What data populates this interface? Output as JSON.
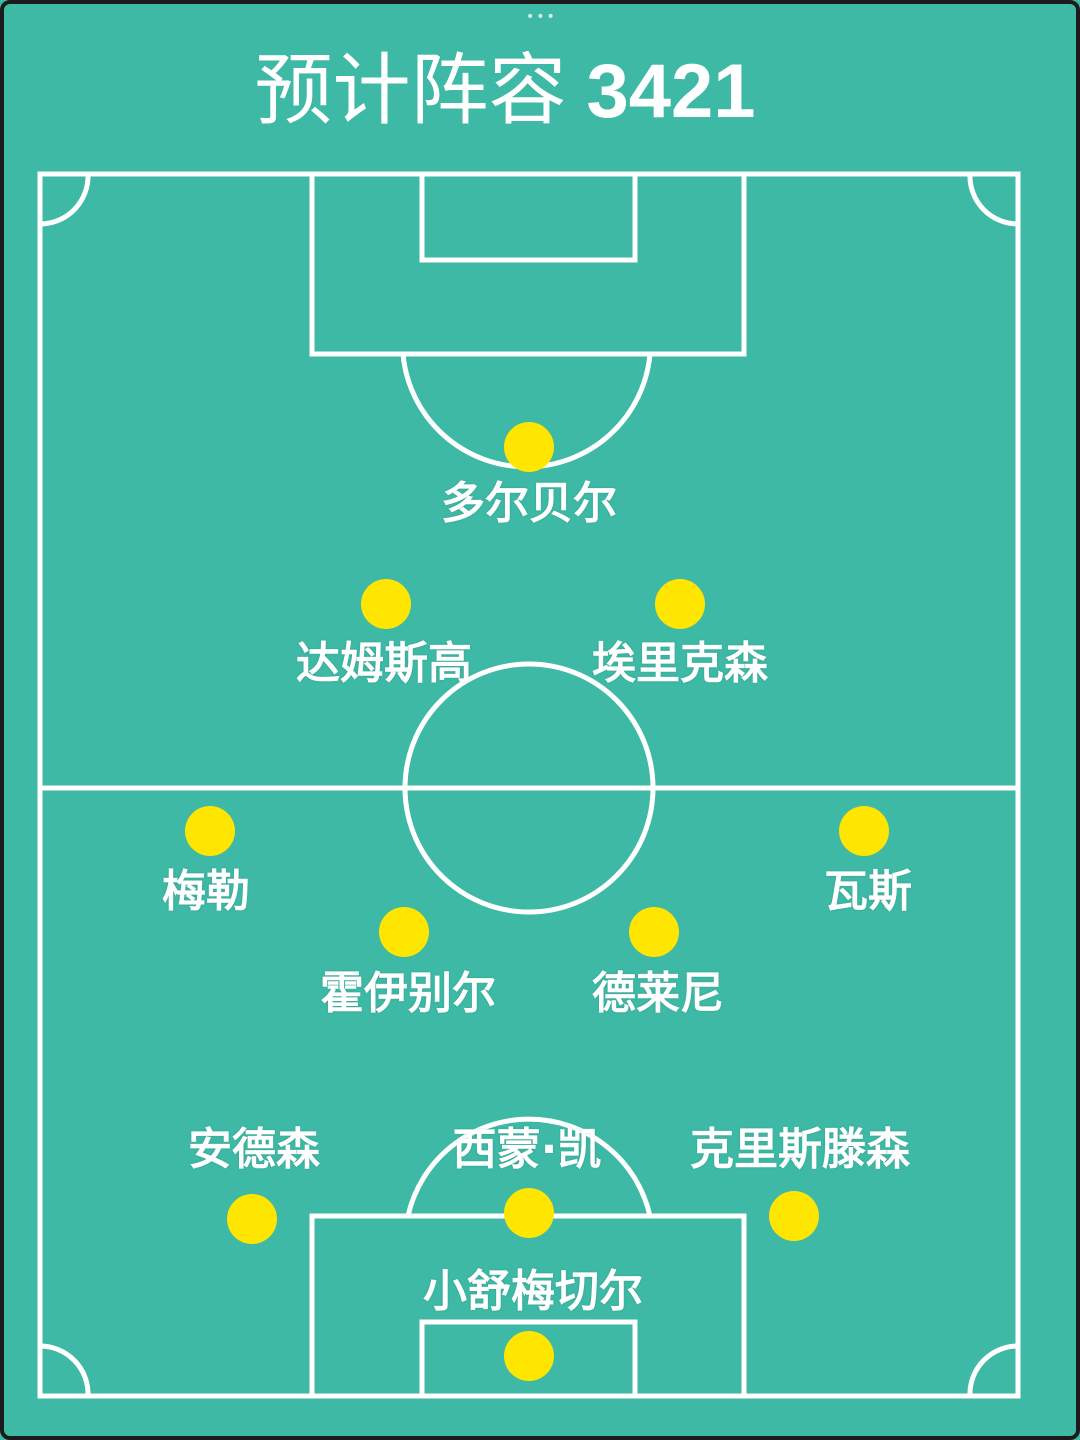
{
  "title": {
    "text": "预计阵容",
    "formation": "3421"
  },
  "colors": {
    "pitch": "#3db9a5",
    "lines": "#ffffff",
    "player_dot": "#ffe600"
  },
  "players": [
    {
      "id": "dolberg",
      "name": "多尔贝尔"
    },
    {
      "id": "damsgaard",
      "name": "达姆斯高"
    },
    {
      "id": "eriksen",
      "name": "埃里克森"
    },
    {
      "id": "maehle",
      "name": "梅勒"
    },
    {
      "id": "wass",
      "name": "瓦斯"
    },
    {
      "id": "hojbjerg",
      "name": "霍伊别尔"
    },
    {
      "id": "delaney",
      "name": "德莱尼"
    },
    {
      "id": "andersen",
      "name": "安德森"
    },
    {
      "id": "kjaer",
      "name": "西蒙·凯"
    },
    {
      "id": "christensen",
      "name": "克里斯滕森"
    },
    {
      "id": "schmeichel",
      "name": "小舒梅切尔"
    }
  ]
}
